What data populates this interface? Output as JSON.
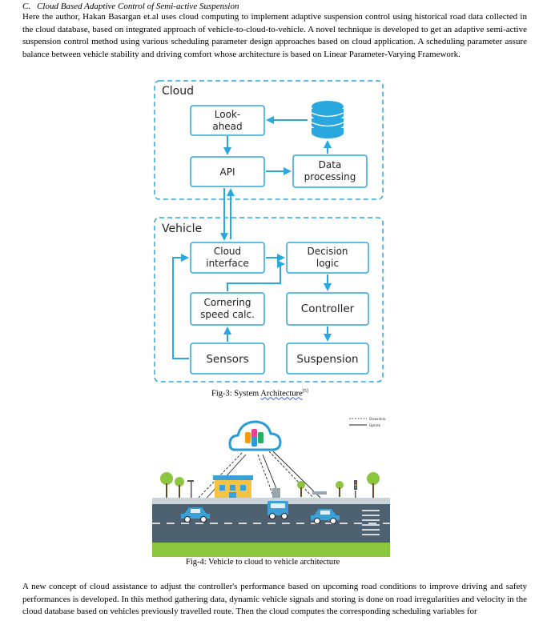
{
  "section": {
    "number": "C.",
    "title": "Cloud Based Adaptive Control of Semi-active Suspension"
  },
  "paragraph1": "Here the author, Hakan Basargan et.al uses cloud computing to implement adaptive suspension control using historical road data collected in the cloud database, based on integrated approach of vehicle-to-cloud-to-vehicle. A novel technique is developed to get an adaptive semi-active suspension control method using various scheduling parameter design approaches based on cloud application. A scheduling parameter assure balance between vehicle stability and driving comfort whose architecture is based on Linear Parameter-Varying Framework.",
  "figure3": {
    "cloud_group_label": "Cloud",
    "vehicle_group_label": "Vehicle",
    "boxes": {
      "lookahead_line1": "Look-",
      "lookahead_line2": "ahead",
      "api": "API",
      "data_processing_line1": "Data",
      "data_processing_line2": "processing",
      "cloud_interface_line1": "Cloud",
      "cloud_interface_line2": "interface",
      "decision_logic_line1": "Decision",
      "decision_logic_line2": "logic",
      "cornering_line1": "Cornering",
      "cornering_line2": "speed calc.",
      "controller": "Controller",
      "sensors": "Sensors",
      "suspension": "Suspension"
    },
    "caption_prefix": "Fig-3: System ",
    "caption_underlined": "Architecture",
    "caption_ref": "[5]",
    "accent_color": "#29a8df"
  },
  "figure4": {
    "legend_downlink": "Downlink",
    "legend_uplink": "Uplink",
    "caption": "Fig-4: Vehicle to cloud to vehicle architecture"
  },
  "paragraph2": "A new concept of cloud assistance to adjust the controller's performance based on upcoming road conditions to improve driving and safety performances is developed. In this method gathering data, dynamic vehicle signals and storing is done on road irregularities and velocity in the cloud database based on vehicles previously travelled route. Then the cloud computes the corresponding scheduling variables for"
}
